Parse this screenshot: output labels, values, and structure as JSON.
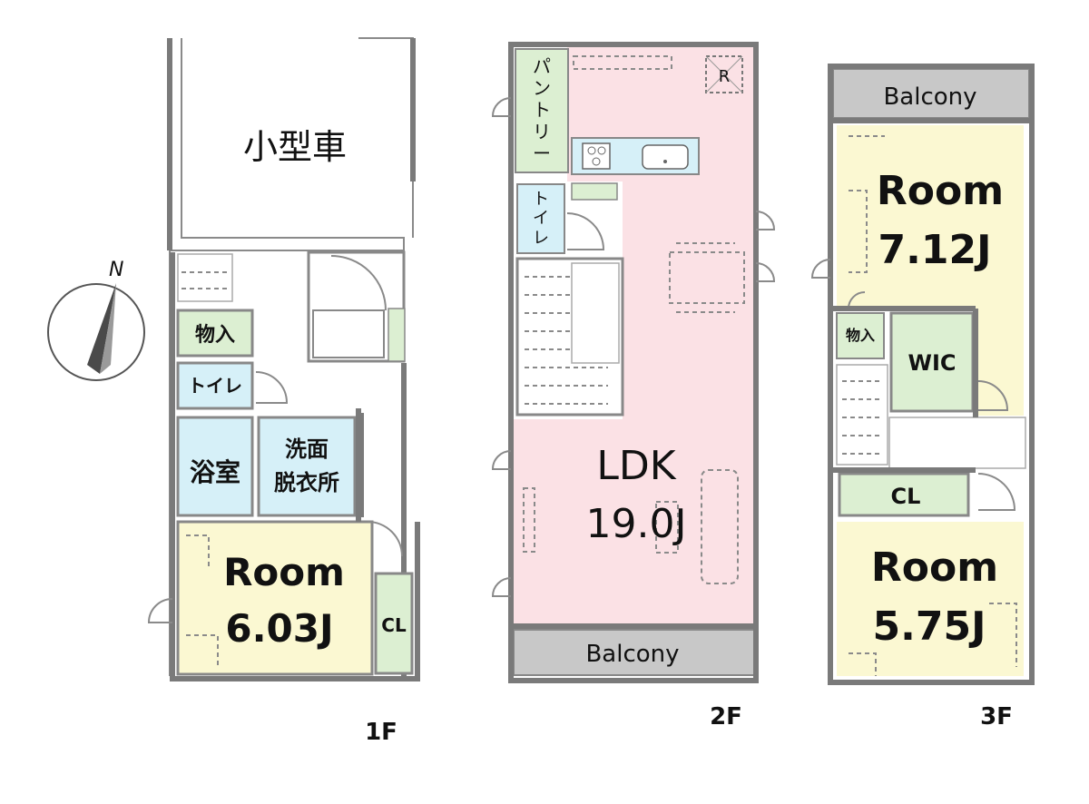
{
  "compass": {
    "north_label": "N"
  },
  "floor1": {
    "floor_label": "1F",
    "parking": "小型車",
    "storage": "物入",
    "toilet": "トイレ",
    "bath": "浴室",
    "washroom": [
      "洗面",
      "脱衣所"
    ],
    "room": "Room",
    "room_size": "6.03J",
    "closet": "CL"
  },
  "floor2": {
    "floor_label": "2F",
    "pantry": [
      "パ",
      "ン",
      "ト",
      "リ",
      "ー"
    ],
    "toilet": [
      "ト",
      "イ",
      "レ"
    ],
    "refrigerator": "R",
    "ldk": "LDK",
    "ldk_size": "19.0J",
    "balcony": "Balcony"
  },
  "floor3": {
    "floor_label": "3F",
    "balcony": "Balcony",
    "room_a": "Room",
    "room_a_size": "7.12J",
    "storage": "物入",
    "wic": "WIC",
    "closet": "CL",
    "room_b": "Room",
    "room_b_size": "5.75J"
  },
  "colors": {
    "room_yellow": "#fbf8d2",
    "wet_blue": "#d6f0f8",
    "storage_green": "#dcefd2",
    "ldk_pink": "#fbe1e5",
    "balcony_gray": "#c8c8c8",
    "wall_gray": "#7a7a7a"
  }
}
